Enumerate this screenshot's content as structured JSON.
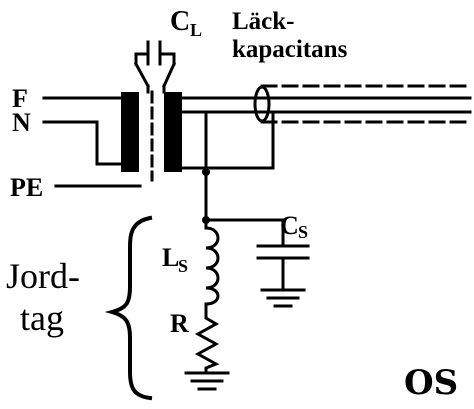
{
  "labels": {
    "cl_main": "C",
    "cl_sub": "L",
    "leak_line1": "Läck-",
    "leak_line2": "kapacitans",
    "f": "F",
    "n": "N",
    "pe": "PE",
    "cs_main": "C",
    "cs_sub": "S",
    "ls_main": "L",
    "ls_sub": "S",
    "r": "R",
    "jord_line1": "Jord-",
    "jord_line2": "tag",
    "signature": "OS"
  },
  "colors": {
    "ink": "#000000",
    "background": "#ffffff"
  }
}
